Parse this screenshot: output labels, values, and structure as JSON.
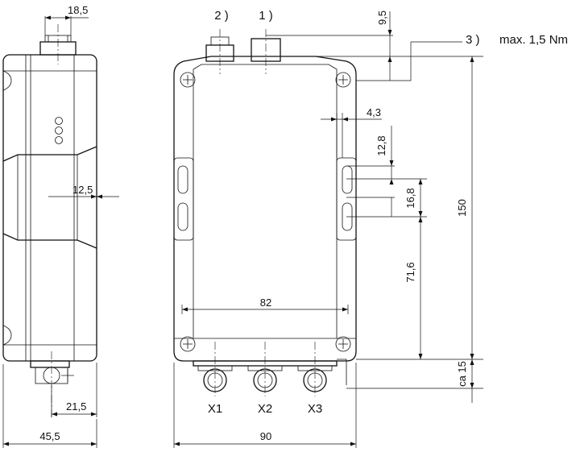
{
  "dimensions": {
    "top_connector_width": "18,5",
    "slot_depth": "12,5",
    "bottom_connector_offset": "21,5",
    "side_depth": "45,5",
    "connector_height": "9,5",
    "slot_offset": "4,3",
    "slot_spacing": "12,8",
    "slot_length": "16,8",
    "slot_height": "71,6",
    "total_height": "150",
    "cable_clearance": "ca 15",
    "inner_width": "82",
    "total_width": "90"
  },
  "callouts": {
    "callout_1": "1 )",
    "callout_2": "2 )",
    "callout_3": "3 )",
    "torque": "max. 1,5 Nm"
  },
  "ports": {
    "x1": "X1",
    "x2": "X2",
    "x3": "X3"
  }
}
